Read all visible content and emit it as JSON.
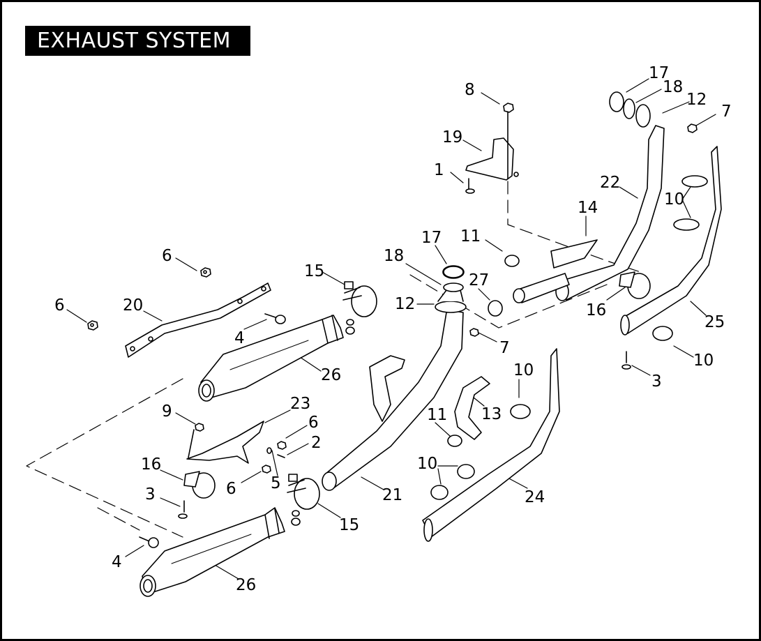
{
  "title": "EXHAUST SYSTEM",
  "callouts": [
    {
      "id": "c1",
      "label": "1"
    },
    {
      "id": "c2",
      "label": "2"
    },
    {
      "id": "c3a",
      "label": "3"
    },
    {
      "id": "c3b",
      "label": "3"
    },
    {
      "id": "c4a",
      "label": "4"
    },
    {
      "id": "c4b",
      "label": "4"
    },
    {
      "id": "c5",
      "label": "5"
    },
    {
      "id": "c6a",
      "label": "6"
    },
    {
      "id": "c6b",
      "label": "6"
    },
    {
      "id": "c6c",
      "label": "6"
    },
    {
      "id": "c6d",
      "label": "6"
    },
    {
      "id": "c7a",
      "label": "7"
    },
    {
      "id": "c7b",
      "label": "7"
    },
    {
      "id": "c8",
      "label": "8"
    },
    {
      "id": "c9",
      "label": "9"
    },
    {
      "id": "c10a",
      "label": "10"
    },
    {
      "id": "c10b",
      "label": "10"
    },
    {
      "id": "c10c",
      "label": "10"
    },
    {
      "id": "c10d",
      "label": "10"
    },
    {
      "id": "c11a",
      "label": "11"
    },
    {
      "id": "c11b",
      "label": "11"
    },
    {
      "id": "c12a",
      "label": "12"
    },
    {
      "id": "c12b",
      "label": "12"
    },
    {
      "id": "c13",
      "label": "13"
    },
    {
      "id": "c14",
      "label": "14"
    },
    {
      "id": "c15a",
      "label": "15"
    },
    {
      "id": "c15b",
      "label": "15"
    },
    {
      "id": "c16a",
      "label": "16"
    },
    {
      "id": "c16b",
      "label": "16"
    },
    {
      "id": "c17a",
      "label": "17"
    },
    {
      "id": "c17b",
      "label": "17"
    },
    {
      "id": "c18a",
      "label": "18"
    },
    {
      "id": "c18b",
      "label": "18"
    },
    {
      "id": "c19",
      "label": "19"
    },
    {
      "id": "c20",
      "label": "20"
    },
    {
      "id": "c21",
      "label": "21"
    },
    {
      "id": "c22",
      "label": "22"
    },
    {
      "id": "c23",
      "label": "23"
    },
    {
      "id": "c24",
      "label": "24"
    },
    {
      "id": "c25",
      "label": "25"
    },
    {
      "id": "c26a",
      "label": "26"
    },
    {
      "id": "c26b",
      "label": "26"
    },
    {
      "id": "c27",
      "label": "27"
    }
  ]
}
